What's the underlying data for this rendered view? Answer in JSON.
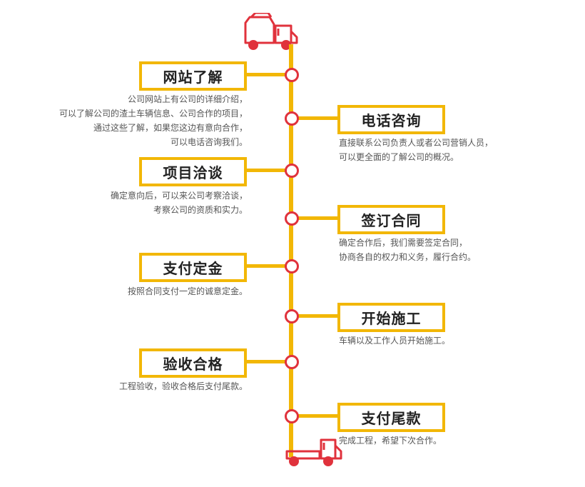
{
  "colors": {
    "timeline": "#f2b705",
    "node_ring": "#e0323c",
    "truck": "#e0323c",
    "title_text": "#222222",
    "desc_text": "#555555"
  },
  "icons": {
    "top": "truck-icon",
    "bottom": "truck-icon"
  },
  "steps": [
    {
      "title": "网站了解",
      "desc": [
        "公司网站上有公司的详细介绍，",
        "可以了解公司的渣土车辆信息、公司合作的项目，",
        "通过这些了解，如果您这边有意向合作，",
        "可以电话咨询我们。"
      ]
    },
    {
      "title": "电话咨询",
      "desc": [
        "直接联系公司负责人或者公司营销人员，",
        "可以更全面的了解公司的概况。"
      ]
    },
    {
      "title": "项目洽谈",
      "desc": [
        "确定意向后，可以来公司考察洽谈，",
        "考察公司的资质和实力。"
      ]
    },
    {
      "title": "签订合同",
      "desc": [
        "确定合作后，我们需要签定合同，",
        "协商各自的权力和义务，履行合约。"
      ]
    },
    {
      "title": "支付定金",
      "desc": [
        "按照合同支付一定的诚意定金。"
      ]
    },
    {
      "title": "开始施工",
      "desc": [
        "车辆以及工作人员开始施工。"
      ]
    },
    {
      "title": "验收合格",
      "desc": [
        "工程验收，验收合格后支付尾款。"
      ]
    },
    {
      "title": "支付尾款",
      "desc": [
        "完成工程，希望下次合作。"
      ]
    }
  ]
}
